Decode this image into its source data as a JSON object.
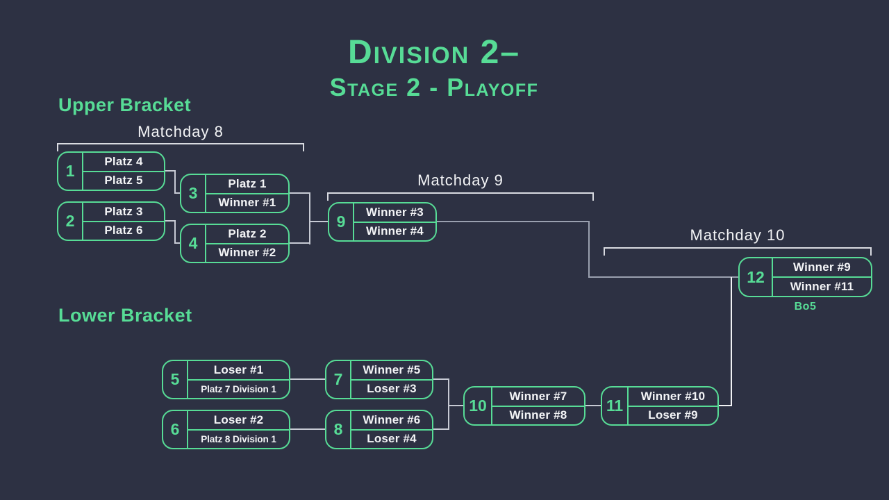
{
  "title": {
    "line1": "Division 2–",
    "line2": "Stage 2 - Playoff"
  },
  "sections": {
    "upper": "Upper Bracket",
    "lower": "Lower Bracket"
  },
  "matchdays": {
    "md8": "Matchday 8",
    "md9": "Matchday 9",
    "md10": "Matchday 10"
  },
  "matches": {
    "m1": {
      "number": "1",
      "top": "Platz 4",
      "bottom": "Platz 5"
    },
    "m2": {
      "number": "2",
      "top": "Platz 3",
      "bottom": "Platz 6"
    },
    "m3": {
      "number": "3",
      "top": "Platz 1",
      "bottom": "Winner #1"
    },
    "m4": {
      "number": "4",
      "top": "Platz 2",
      "bottom": "Winner #2"
    },
    "m5": {
      "number": "5",
      "top": "Loser #1",
      "bottom": "Platz 7 Division 1"
    },
    "m6": {
      "number": "6",
      "top": "Loser #2",
      "bottom": "Platz 8 Division 1"
    },
    "m7": {
      "number": "7",
      "top": "Winner #5",
      "bottom": "Loser #3"
    },
    "m8": {
      "number": "8",
      "top": "Winner #6",
      "bottom": "Loser #4"
    },
    "m9": {
      "number": "9",
      "top": "Winner #3",
      "bottom": "Winner #4"
    },
    "m10": {
      "number": "10",
      "top": "Winner #7",
      "bottom": "Winner #8"
    },
    "m11": {
      "number": "11",
      "top": "Winner #10",
      "bottom": "Loser #9"
    },
    "m12": {
      "number": "12",
      "top": "Winner #9",
      "bottom": "Winner #11",
      "note": "Bo5"
    }
  },
  "colors": {
    "background": "#2d3143",
    "accent_green": "#57dc96",
    "text_white": "#f3f4f6",
    "connector_gray": "#9aa0af",
    "connector_light": "#c7cad4",
    "connector_white": "#f1f2f5",
    "matchday_line": "#d9dbe1"
  }
}
